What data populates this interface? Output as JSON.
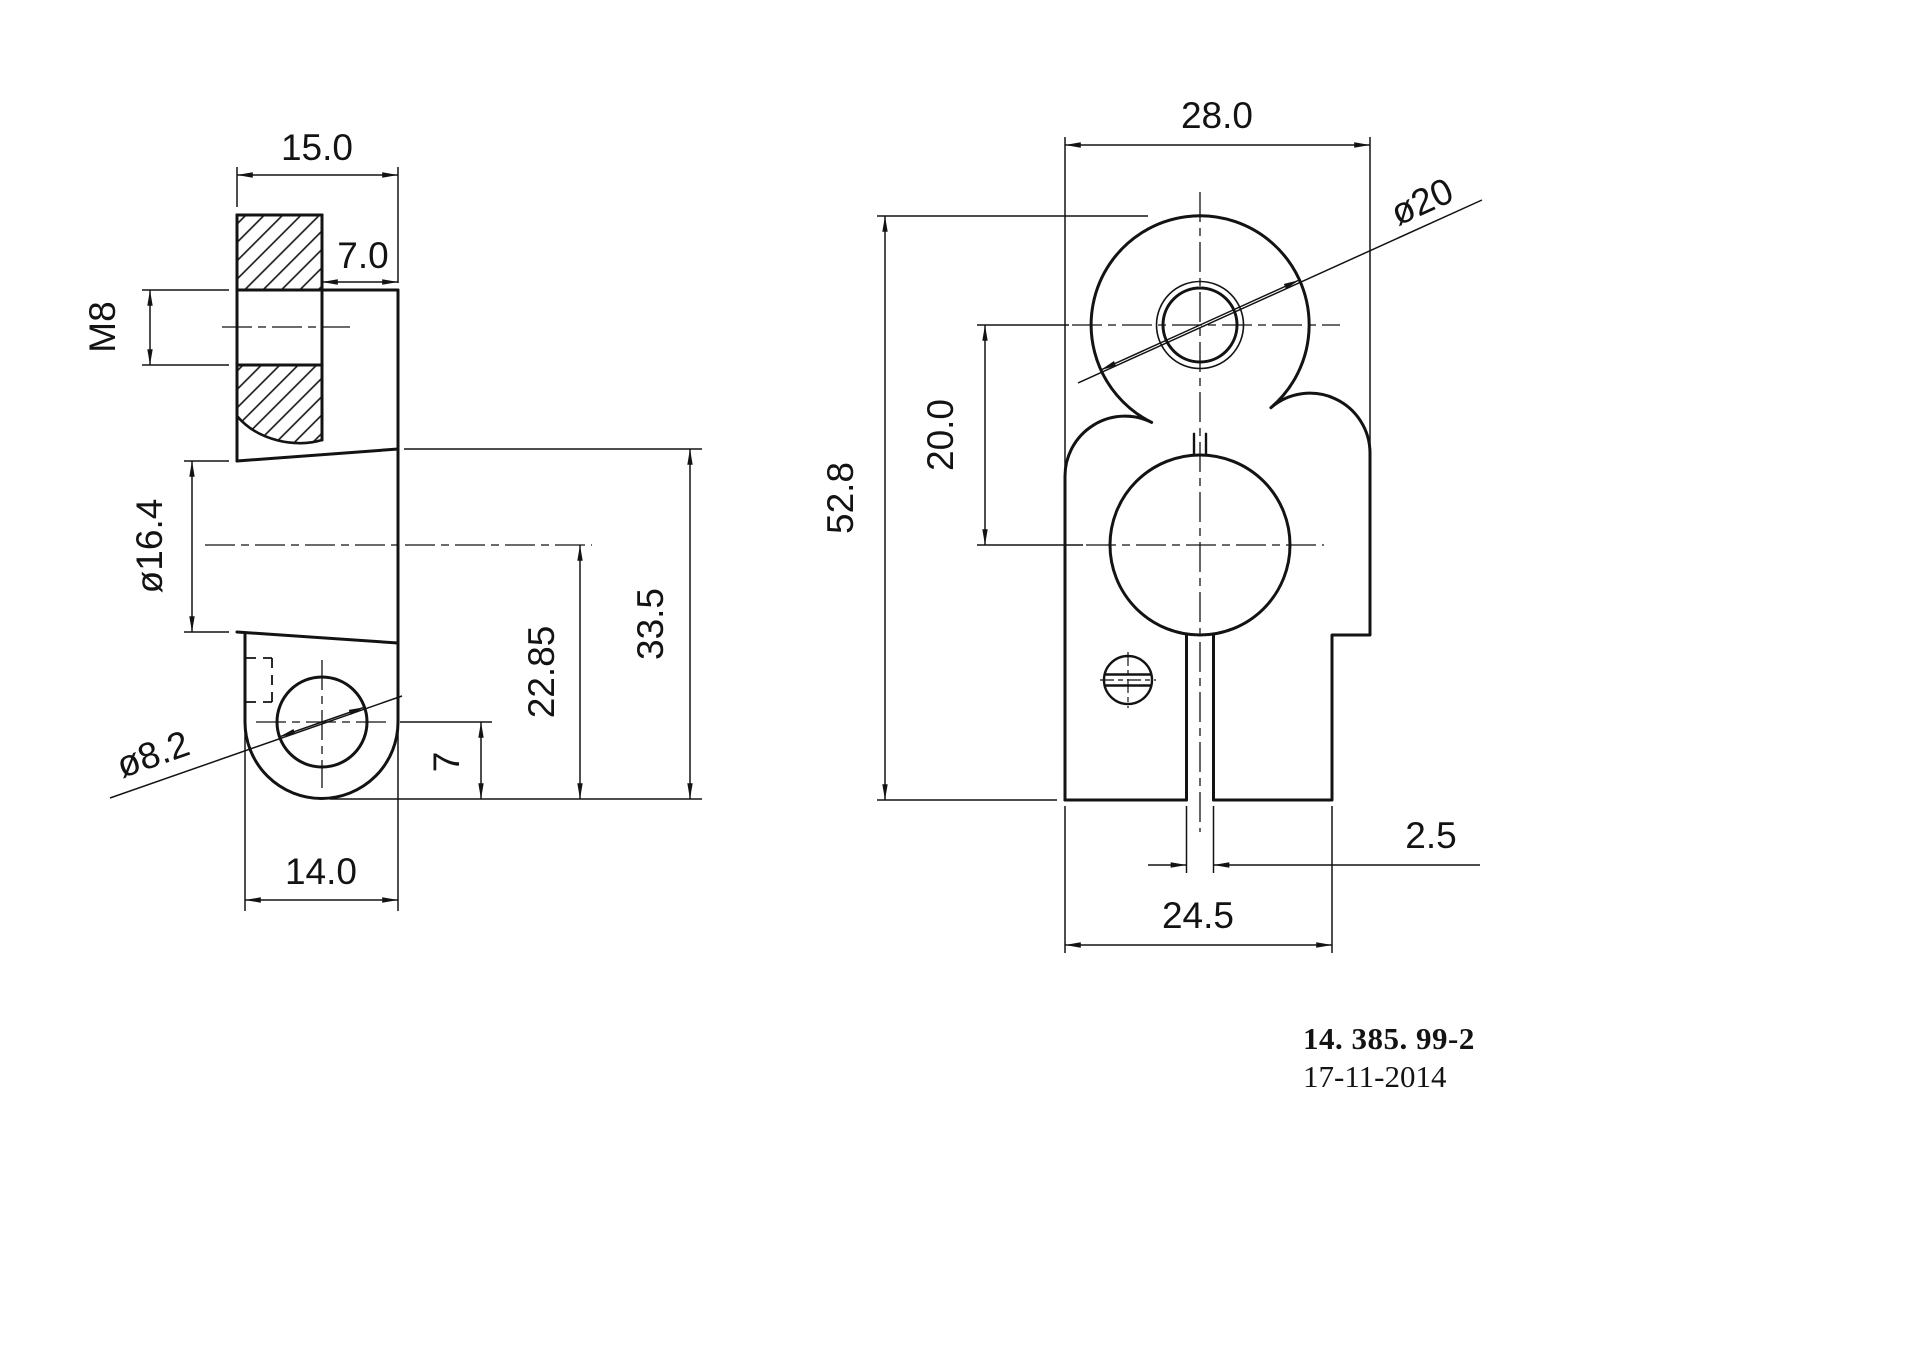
{
  "drawing": {
    "sheet": {
      "background": "#ffffff",
      "line_color": "#131313"
    },
    "views": {
      "side": {
        "label": "side-section-view",
        "dims": {
          "width_top": "15.0",
          "boss_width": "7.0",
          "thread": "M8",
          "cylinder_dia": "ø16.4",
          "hole_dia": "ø8.2",
          "hole_to_bottom": "7",
          "center_to_bottom": "22.85",
          "body_height": "33.5",
          "width_bottom": "14.0"
        }
      },
      "front": {
        "label": "front-view",
        "dims": {
          "width_top": "28.0",
          "lug_dia": "ø20",
          "center_distance": "20.0",
          "total_height": "52.8",
          "slot_width": "2.5",
          "width_bottom": "24.5"
        }
      }
    },
    "title_block": {
      "part_number": "14. 385. 99-2",
      "date": "17-11-2014"
    }
  }
}
